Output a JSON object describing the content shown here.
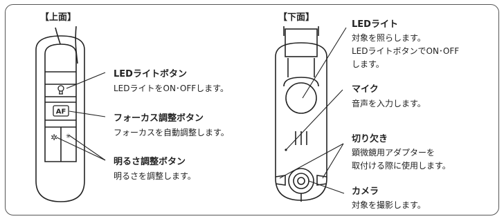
{
  "sections": {
    "top": "【上面】",
    "bottom": "【下面】"
  },
  "callouts": {
    "led_button": {
      "title": "LEDライトボタン",
      "desc": "LEDライトをON･OFFします。"
    },
    "focus_button": {
      "title": "フォーカス調整ボタン",
      "desc": "フォーカスを自動調整します。"
    },
    "brightness_button": {
      "title": "明るさ調整ボタン",
      "desc": "明るさを調整します。"
    },
    "led_light": {
      "title": "LEDライト",
      "desc1": "対象を照らします。",
      "desc2": "LEDライトボタンでON･OFF",
      "desc3": "します。"
    },
    "mic": {
      "title": "マイク",
      "desc": "音声を入力します。"
    },
    "notch": {
      "title": "切り欠き",
      "desc1": "顕微鏡用アダプターを",
      "desc2": "取付ける際に使用します。"
    },
    "camera": {
      "title": "カメラ",
      "desc": "対象を撮影します。"
    }
  },
  "device_labels": {
    "af": "AF"
  }
}
